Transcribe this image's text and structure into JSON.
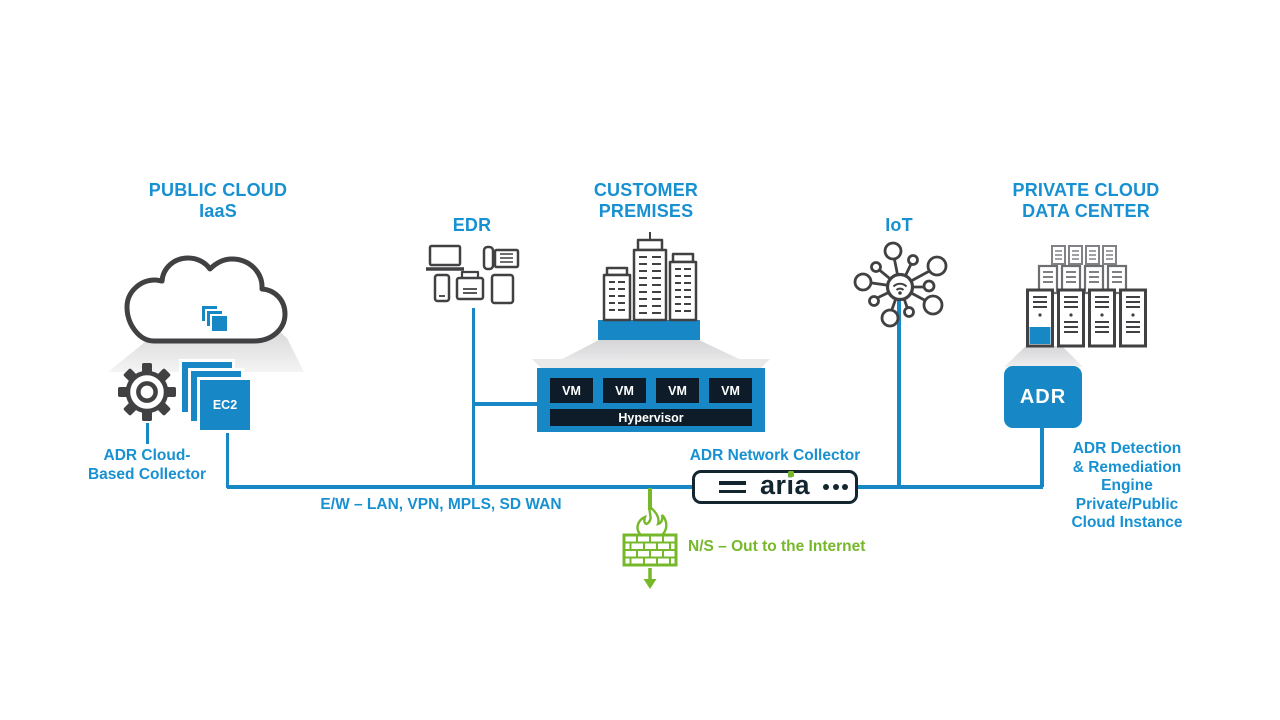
{
  "colors": {
    "accent_blue": "#1787c6",
    "text_blue": "#1791d1",
    "green": "#76b82a",
    "dark_navy": "#132630",
    "icon_dark": "#414042"
  },
  "public_cloud": {
    "title_line1": "PUBLIC CLOUD",
    "title_line2": "IaaS",
    "ec2_label": "EC2",
    "collector_line1": "ADR Cloud-",
    "collector_line2": "Based Collector"
  },
  "edr": {
    "title": "EDR"
  },
  "customer_premises": {
    "title_line1": "CUSTOMER",
    "title_line2": "PREMISES",
    "vm_labels": [
      "VM",
      "VM",
      "VM",
      "VM"
    ],
    "hypervisor_label": "Hypervisor"
  },
  "iot": {
    "title": "IoT"
  },
  "private_cloud": {
    "title_line1": "PRIVATE CLOUD",
    "title_line2": "DATA CENTER",
    "adr_label": "ADR",
    "engine_lines": [
      "ADR Detection",
      "& Remediation",
      "Engine",
      "Private/Public",
      "Cloud Instance"
    ]
  },
  "network_collector": {
    "label": "ADR Network Collector",
    "brand": "aria"
  },
  "flows": {
    "east_west": "E/W – LAN, VPN, MPLS, SD WAN",
    "north_south": "N/S – Out to the Internet"
  }
}
